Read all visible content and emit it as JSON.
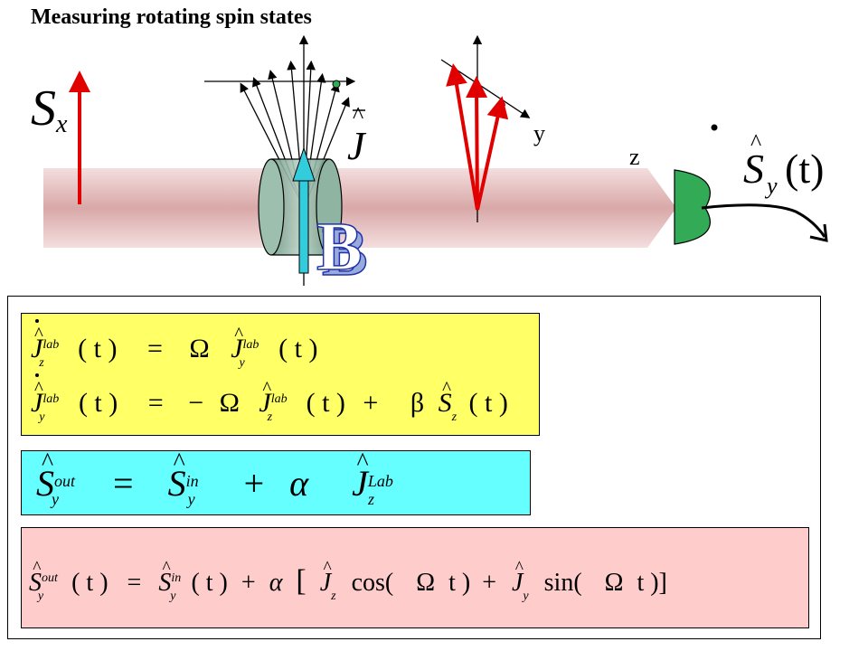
{
  "title": "Measuring rotating spin states",
  "diagram": {
    "input_label_main": "S",
    "input_label_sub": "x",
    "spin_label": "J",
    "axis_y_label": "y",
    "axis_z_label": "z",
    "output_label_main": "S",
    "output_label_sub": "y",
    "output_label_arg": "(t)",
    "field_label": "B",
    "beam_color": "#e8b8b8",
    "arrow_red": "#e00000",
    "arrow_cyan": "#33ccdd",
    "detector_green": "#33aa55"
  },
  "equations": {
    "eq1_line1": {
      "lhs": "J",
      "lhs_sup": "lab",
      "lhs_sub": "z",
      "arg1": "( t )",
      "eq": "=",
      "omega": "Ω",
      "rhs": "J",
      "rhs_sup": "lab",
      "rhs_sub": "y",
      "arg2": "( t )"
    },
    "eq1_line2": {
      "lhs": "J",
      "lhs_sup": "lab",
      "lhs_sub": "y",
      "arg1": "( t )",
      "eq": "=",
      "minus": "−",
      "omega": "Ω",
      "rhs": "J",
      "rhs_sup": "lab",
      "rhs_sub": "z",
      "arg2": "( t )",
      "plus": "+",
      "beta": "β",
      "s": "S",
      "s_sub": "z",
      "arg3": "( t )"
    },
    "eq2": {
      "lhs": "S",
      "lhs_sup": "out",
      "lhs_sub": "y",
      "eq": "=",
      "s": "S",
      "s_sup": "in",
      "s_sub": "y",
      "plus": "+",
      "alpha": "α",
      "j": "J",
      "j_sup": "Lab",
      "j_sub": "z"
    },
    "eq3": {
      "lhs": "S",
      "lhs_sup": "out",
      "lhs_sub": "y",
      "arg1": "( t )",
      "eq": "=",
      "s": "S",
      "s_sup": "in",
      "s_sub": "y",
      "arg2": "( t )",
      "plus": "+",
      "alpha": "α",
      "open": "[",
      "jz": "J",
      "jz_sub": "z",
      "cos": "cos(",
      "omega1": "Ω",
      "t1": "t )",
      "plus2": "+",
      "jy": "J",
      "jy_sub": "y",
      "sin": "sin(",
      "omega2": "Ω",
      "t2": "t )]"
    }
  }
}
